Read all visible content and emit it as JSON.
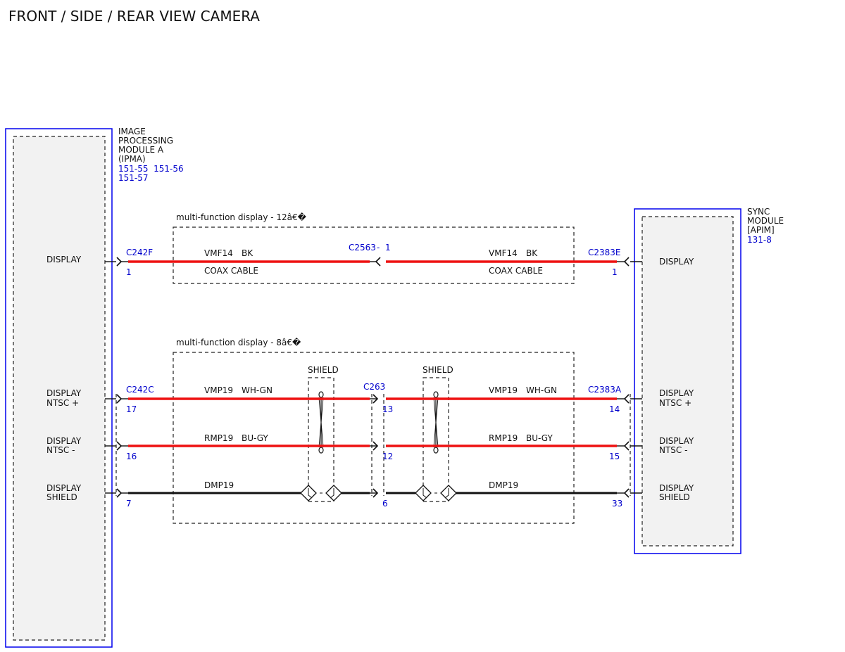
{
  "title": "FRONT / SIDE / REAR VIEW CAMERA",
  "colors": {
    "wire_red": "#ee1111",
    "wire_black": "#111111",
    "ref_blue": "#0000cc",
    "module_border": "#0000ee"
  },
  "left_module": {
    "name_lines": [
      "IMAGE",
      "PROCESSING",
      "MODULE A",
      "(IPMA)"
    ],
    "refs_line1": "151-55  151-56",
    "refs_line2": "151-57",
    "pins": [
      {
        "lines": [
          "DISPLAY"
        ]
      },
      {
        "lines": [
          "DISPLAY",
          "NTSC +"
        ]
      },
      {
        "lines": [
          "DISPLAY",
          "NTSC -"
        ]
      },
      {
        "lines": [
          "DISPLAY",
          "SHIELD"
        ]
      }
    ]
  },
  "right_module": {
    "name_lines": [
      "SYNC",
      "MODULE",
      "[APIM]"
    ],
    "ref": "131-8",
    "pins": [
      {
        "lines": [
          "DISPLAY"
        ]
      },
      {
        "lines": [
          "DISPLAY",
          "NTSC +"
        ]
      },
      {
        "lines": [
          "DISPLAY",
          "NTSC -"
        ]
      },
      {
        "lines": [
          "DISPLAY",
          "SHIELD"
        ]
      }
    ]
  },
  "groups": [
    {
      "label": "multi-function display - 12â€�"
    },
    {
      "label": "multi-function display - 8â€�"
    }
  ],
  "connectors": {
    "left_top": "C242F",
    "left_bottom": "C242C",
    "mid_top": "C2563",
    "mid_top_pin": "-  1",
    "mid_bottom": "C263",
    "right_top": "C2383E",
    "right_bottom": "C2383A"
  },
  "shield_label": "SHIELD",
  "wires": [
    {
      "circuit": "VMF14",
      "color": "BK",
      "note": "COAX CABLE",
      "left_pin": "1",
      "mid_pin": "",
      "right_pin": "1",
      "wire": "red",
      "right_circuit": "VMF14",
      "right_color": "BK",
      "right_note": "COAX CABLE"
    },
    {
      "circuit": "VMP19",
      "color": "WH-GN",
      "note": "",
      "left_pin": "17",
      "mid_pin": "13",
      "right_pin": "14",
      "wire": "red",
      "right_circuit": "VMP19",
      "right_color": "WH-GN",
      "right_note": ""
    },
    {
      "circuit": "RMP19",
      "color": "BU-GY",
      "note": "",
      "left_pin": "16",
      "mid_pin": "12",
      "right_pin": "15",
      "wire": "red",
      "right_circuit": "RMP19",
      "right_color": "BU-GY",
      "right_note": ""
    },
    {
      "circuit": "DMP19",
      "color": "",
      "note": "",
      "left_pin": "7",
      "mid_pin": "6",
      "right_pin": "33",
      "wire": "black",
      "right_circuit": "DMP19",
      "right_color": "",
      "right_note": ""
    }
  ]
}
